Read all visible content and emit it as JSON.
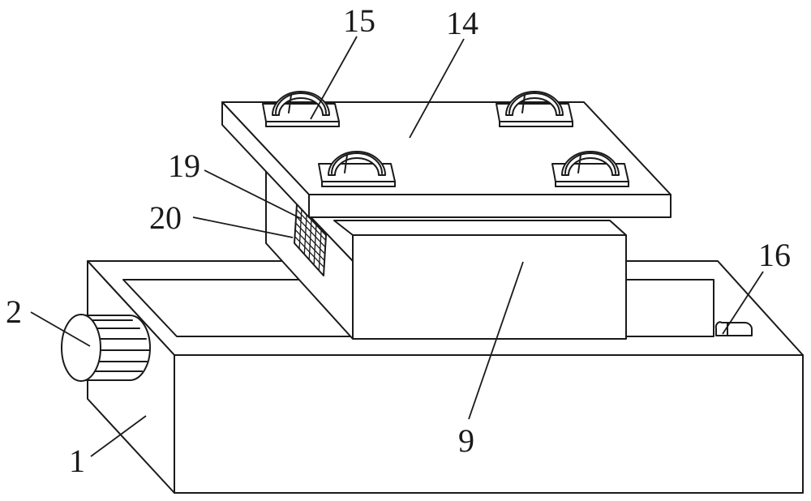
{
  "labels": {
    "p1": "1",
    "p2": "2",
    "p9": "9",
    "p14": "14",
    "p15": "15",
    "p16": "16",
    "p19": "19",
    "p20": "20"
  }
}
